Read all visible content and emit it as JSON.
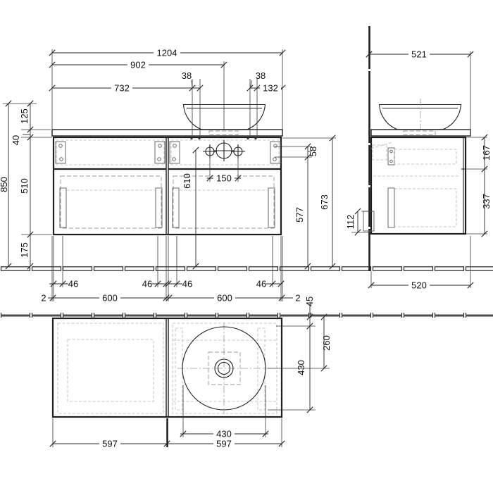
{
  "drawing": {
    "type": "technical-drawing",
    "subject": "wall-hung vanity unit with surface-mounted washbasin, three orthographic views",
    "colors": {
      "line": "#1f1f1f",
      "detail_dashed": "#9a9a9a",
      "background": "#ffffff"
    },
    "views": {
      "front": "front elevation",
      "side": "side elevation",
      "plan": "top plan"
    },
    "dims": {
      "d1204": "1204",
      "d902": "902",
      "d732": "732",
      "d38L": "38",
      "d38R": "38",
      "d132": "132",
      "d125": "125",
      "d40": "40",
      "d850": "850",
      "d510": "510",
      "d175": "175",
      "d58": "58",
      "d577": "577",
      "d673": "673",
      "d610": "610",
      "d150": "150",
      "d46a": "46",
      "d46b": "46",
      "d46c": "46",
      "d46d": "46",
      "d600a": "600",
      "d600b": "600",
      "d2a": "2",
      "d2b": "2",
      "d521": "521",
      "d167": "167",
      "d337": "337",
      "d112": "112",
      "d520": "520",
      "d45": "45",
      "d260": "260",
      "d430v": "430",
      "d430h": "430",
      "d597a": "597",
      "d597b": "597"
    }
  }
}
